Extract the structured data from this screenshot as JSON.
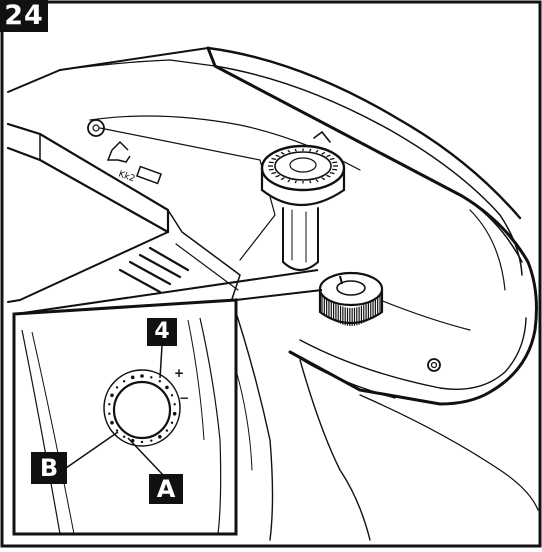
{
  "figure": {
    "number": "24",
    "callouts": {
      "top": "4",
      "left": "B",
      "bottom": "A"
    },
    "dial_marks": {
      "plus": "+",
      "minus": "−"
    },
    "bottle_text": "Kk2"
  }
}
